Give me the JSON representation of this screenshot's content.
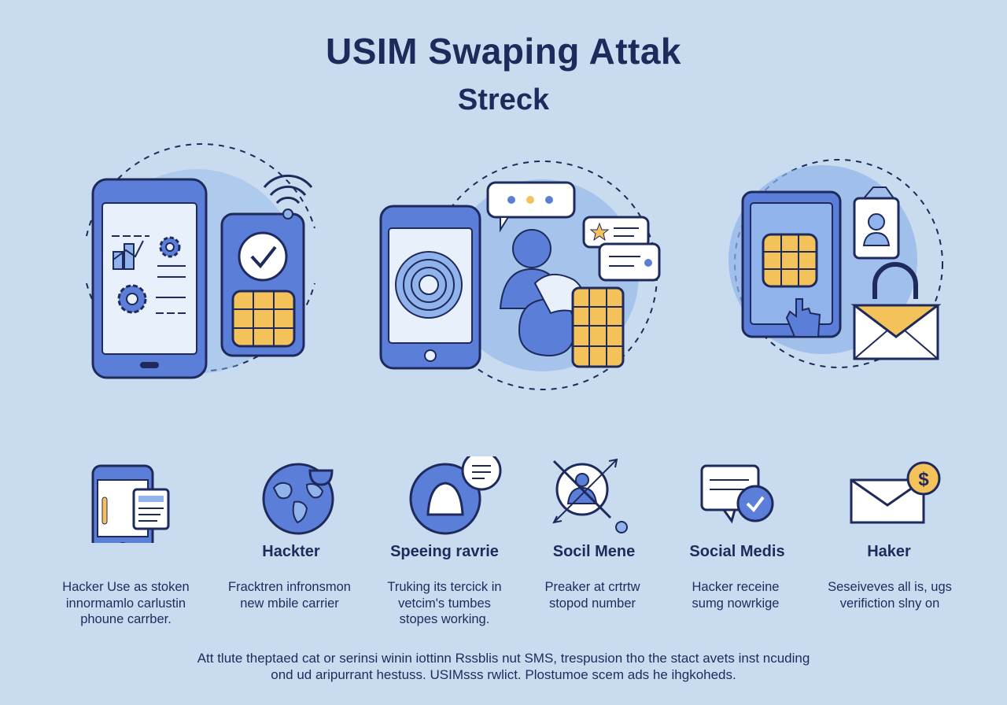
{
  "header": {
    "title": "USIM Swaping Attak",
    "subtitle": "Streck"
  },
  "steps": [
    {
      "label": "",
      "description": "Hacker  Use as stoken\ninnormamlo carlustin\nphoune carrber.",
      "icon": "phone-document-icon"
    },
    {
      "label": "Hackter",
      "description": "Fracktren infronsmon\nnew mbile carrier",
      "icon": "globe-icon"
    },
    {
      "label": "Speeing ravrie",
      "description": "Truking its tercick in\nvetcim's tumbes\nstopes working.",
      "icon": "user-chat-icon"
    },
    {
      "label": "Socil Mene",
      "description": "Preaker at crtrtw\nstopod number",
      "icon": "blocked-person-icon"
    },
    {
      "label": "Social Medis",
      "description": "Hacker receine\nsumg nowrkige",
      "icon": "message-check-icon"
    },
    {
      "label": "Haker",
      "description": "Seseiveves all is, ugs\nverifiction slny on",
      "icon": "envelope-dollar-icon"
    }
  ],
  "footer": {
    "line1": "Att tlute theptaed cat or serinsi winin iottinn Rssblis nut SMS, trespusion tho the stact avets inst ncuding",
    "line2": "ond ud aripurrant hestuss. USIMsss rwlict. Plostumoe scem ads he ihgkoheds."
  },
  "colors": {
    "background": "#c9dcef",
    "primary_blue": "#5b7fd8",
    "dark_navy": "#1f2a5c",
    "sim_yellow": "#f3c25b",
    "light_blue": "#8fb3ea"
  }
}
